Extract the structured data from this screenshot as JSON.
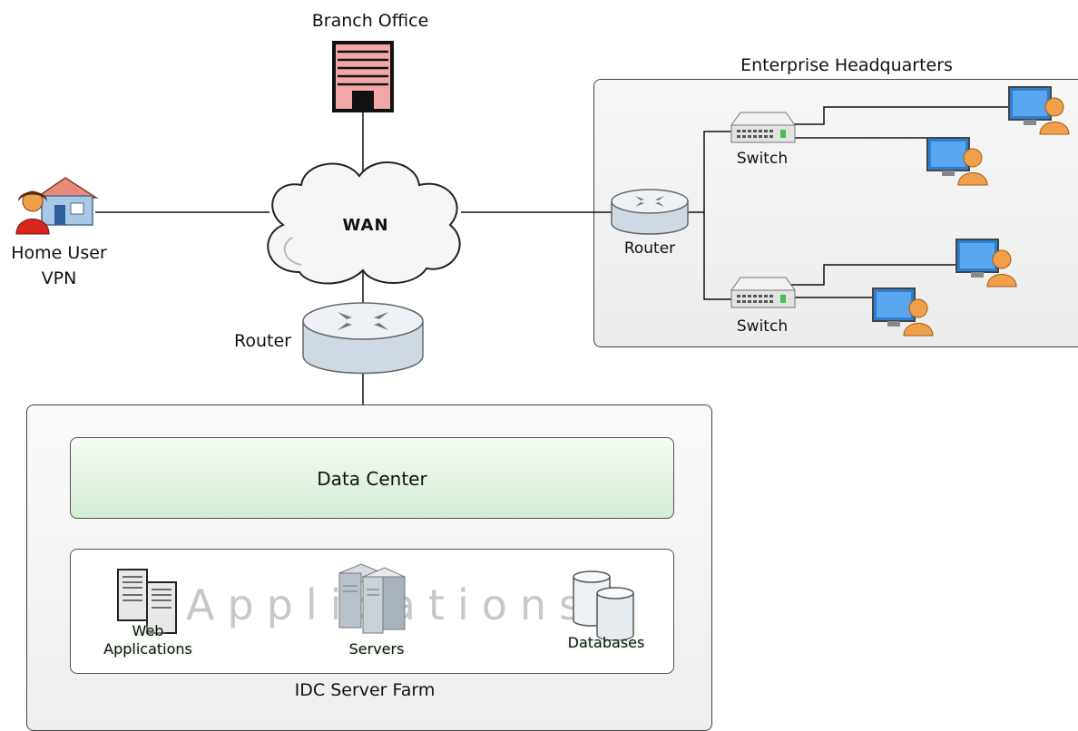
{
  "labels": {
    "branch_office": "Branch Office",
    "enterprise_hq": "Enterprise Headquarters",
    "wan": "WAN",
    "home_user_line1": "Home User",
    "home_user_line2": "VPN",
    "router_main": "Router",
    "router_hq": "Router",
    "switch_top": "Switch",
    "switch_bottom": "Switch",
    "data_center": "Data Center",
    "applications_watermark": "Applications",
    "web_applications_line1": "Web",
    "web_applications_line2": "Applications",
    "servers": "Servers",
    "databases": "Databases",
    "idc_server_farm": "IDC Server Farm"
  },
  "colors": {
    "building": "#f2a8a8",
    "router": "#dfe6ee",
    "switch": "#e6e6e6",
    "person": "#f0a04a",
    "monitor": "#2d7fd3",
    "data_center_fill": "#d4ecd4",
    "line": "#111111"
  }
}
